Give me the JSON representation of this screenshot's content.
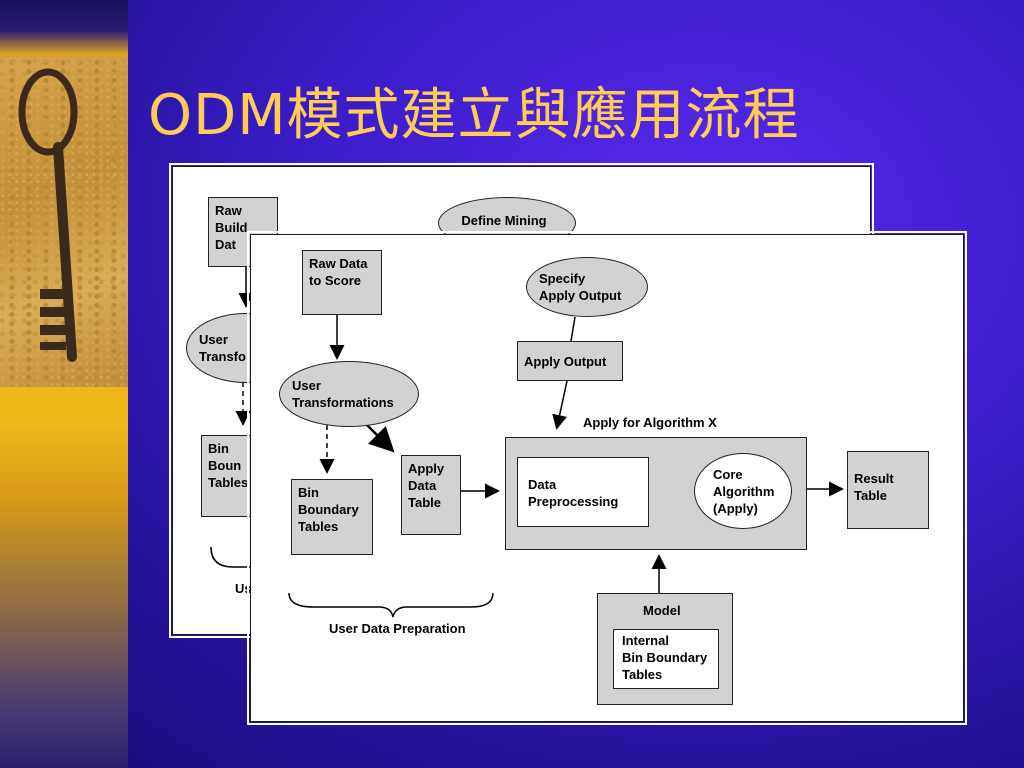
{
  "title": "ODM模式建立與應用流程",
  "back_slide": {
    "raw_build": "Raw\nBuild\nDat",
    "define_mining": "Define Mining",
    "user_transf": "User\nTransfo",
    "bin_bound": "Bin\nBoun\nTables",
    "us_label": "Us"
  },
  "front_slide": {
    "raw_data_to_score": "Raw Data\nto Score",
    "specify_apply_output": "Specify\nApply Output",
    "apply_output": "Apply Output",
    "user_transformations": "User\nTransformations",
    "apply_for_algorithm": "Apply for Algorithm X",
    "apply_data_table": "Apply\nData\nTable",
    "data_preprocessing": "Data\nPreprocessing",
    "core_algorithm": "Core\nAlgorithm\n(Apply)",
    "result_table": "Result\nTable",
    "bin_boundary_tables": "Bin\nBoundary\nTables",
    "user_data_preparation": "User Data Preparation",
    "model": "Model",
    "internal_bin_boundary_tables": "Internal\nBin Boundary\nTables"
  }
}
